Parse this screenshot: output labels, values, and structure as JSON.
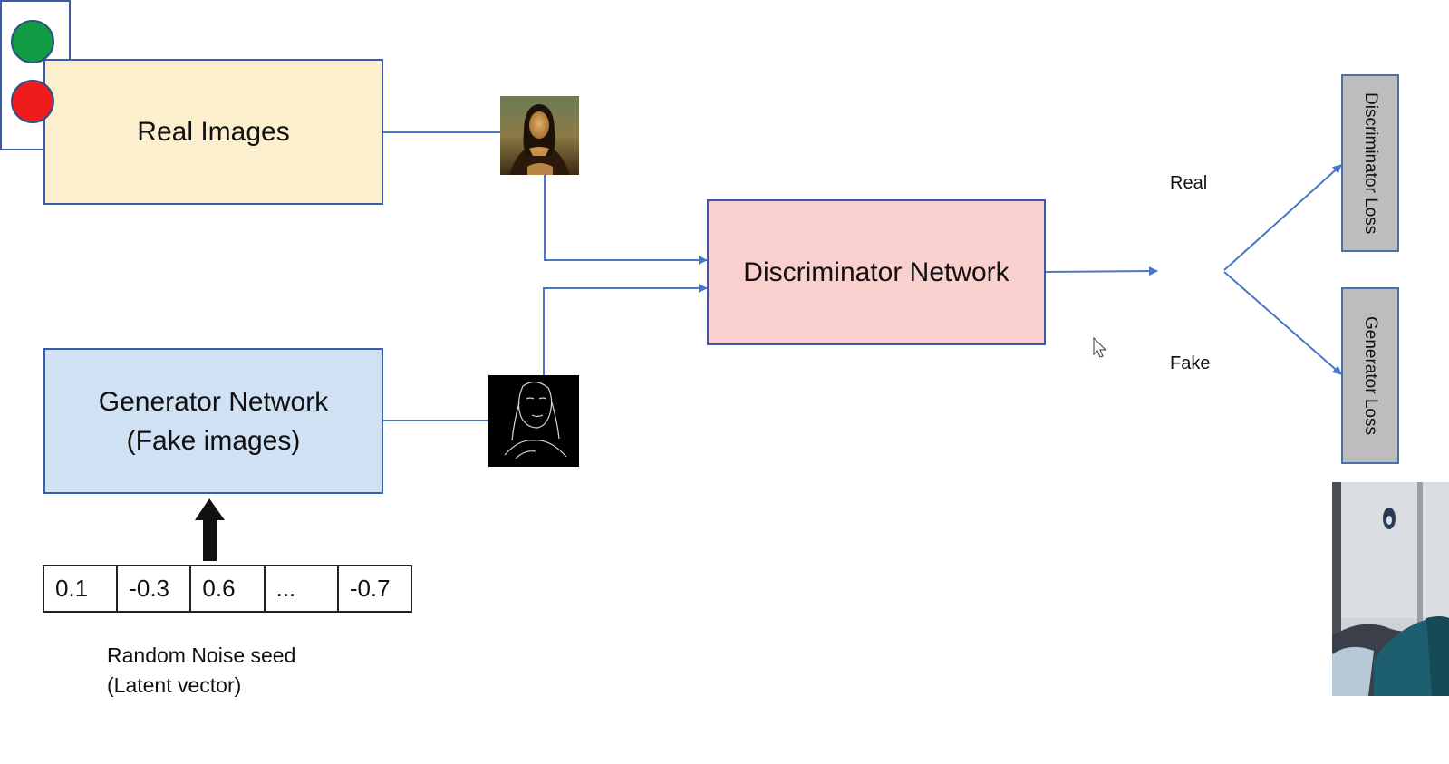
{
  "real_images": {
    "label": "Real Images"
  },
  "generator": {
    "line1": "Generator Network",
    "line2": "(Fake images)"
  },
  "discriminator": {
    "label": "Discriminator Network"
  },
  "output": {
    "real_label": "Real",
    "fake_label": "Fake",
    "real_color": "#119c44",
    "fake_color": "#ee1c1c"
  },
  "losses": {
    "discriminator": "Discriminator Loss",
    "generator": "Generator Loss"
  },
  "latent_vector": {
    "values": [
      "0.1",
      "-0.3",
      "0.6",
      "...",
      "-0.7"
    ],
    "caption_line1": "Random Noise seed",
    "caption_line2": "(Latent vector)"
  },
  "colors": {
    "connector": "#4a76c9",
    "real_box": "#fcefcd",
    "generator_box": "#cfe1f3",
    "discriminator_box": "#f9d0cd",
    "loss_box": "#bdbdbd"
  },
  "icons": {
    "real_sample": "mona-lisa-thumbnail",
    "fake_sample": "mona-lisa-sketch-thumbnail",
    "cursor": "mouse-pointer-icon",
    "presenter": "webcam-thumbnail"
  }
}
